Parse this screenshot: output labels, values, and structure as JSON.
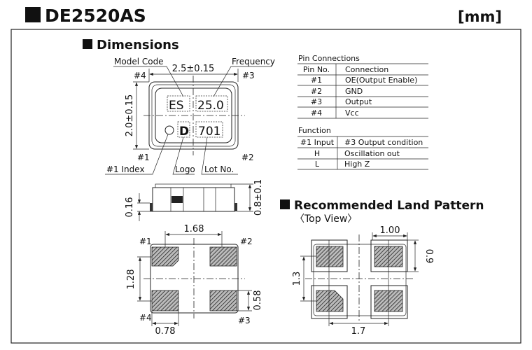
{
  "header": {
    "title": "DE2520AS",
    "unit": "[mm]"
  },
  "dimensions": {
    "heading": "Dimensions",
    "top_view": {
      "model_code_label": "Model Code",
      "frequency_label": "Frequency",
      "width_dim": "2.5±0.15",
      "height_dim": "2.0±0.15",
      "marking_model": "ES",
      "marking_frequency": "25.0",
      "marking_logo": "D",
      "marking_lot": "701",
      "pin1": "#1",
      "pin2": "#2",
      "pin3": "#3",
      "pin4": "#4",
      "index_label": "#1 Index",
      "logo_label": "Logo",
      "lot_label": "Lot No."
    },
    "side_view": {
      "pad_height_dim": "0.16",
      "height_dim": "0.8±0.1"
    },
    "bottom_view": {
      "pad_pitch_x": "1.68",
      "pad_pitch_y": "1.28",
      "pad_height": "0.58",
      "pad_width": "0.78",
      "pin1": "#1",
      "pin2": "#2",
      "pin3": "#3",
      "pin4": "#4"
    }
  },
  "pin_connections": {
    "title": "Pin Connections",
    "headers": [
      "Pin No.",
      "Connection"
    ],
    "rows": [
      [
        "#1",
        "OE(Output Enable)"
      ],
      [
        "#2",
        "GND"
      ],
      [
        "#3",
        "Output"
      ],
      [
        "#4",
        "Vcc"
      ]
    ]
  },
  "function": {
    "title": "Function",
    "headers": [
      "#1 Input",
      "#3 Output condition"
    ],
    "rows": [
      [
        "H",
        "Oscillation out"
      ],
      [
        "L",
        "High Z"
      ]
    ]
  },
  "land_pattern": {
    "heading": "Recommended Land Pattern",
    "subheading": "〈Top View〉",
    "pad_width": "1.00",
    "pad_height": "0.9",
    "pitch_y": "1.3",
    "pitch_x": "1.7"
  }
}
